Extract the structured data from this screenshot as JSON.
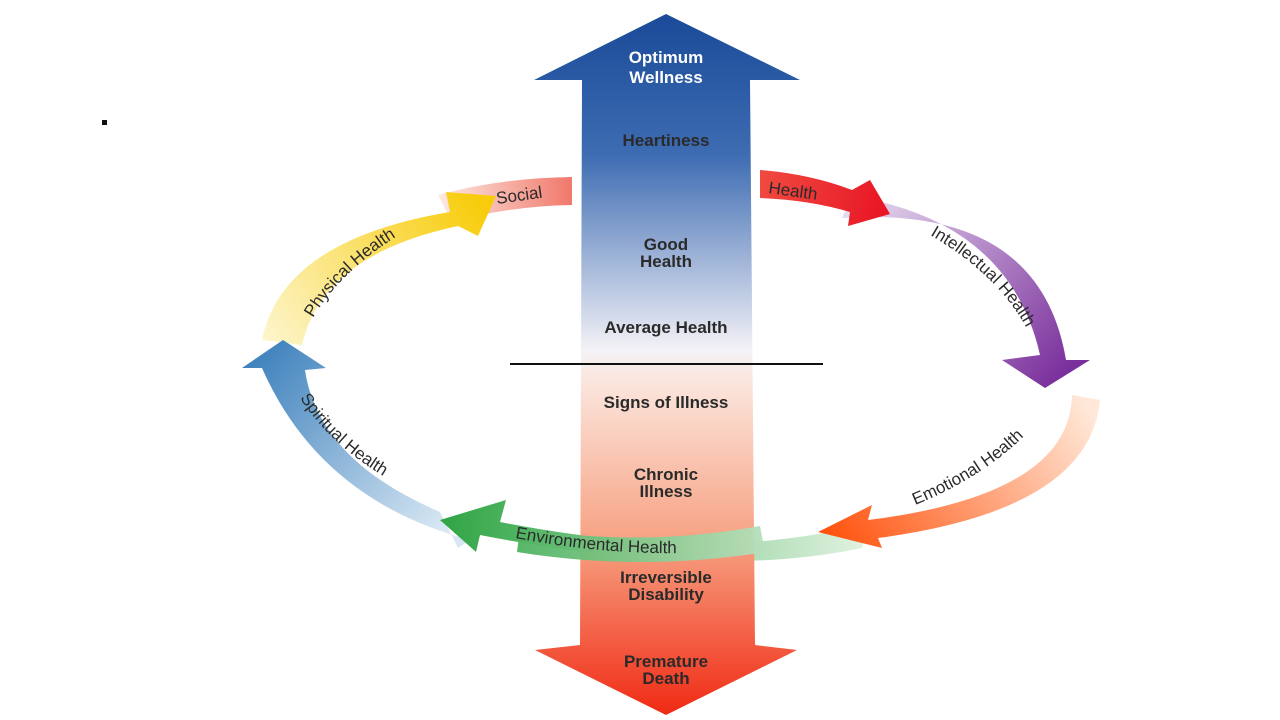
{
  "slide": {
    "bullet": "."
  },
  "arrow": {
    "top_label_1": "Optimum",
    "top_label_2": "Wellness",
    "heartiness": "Heartiness",
    "good_health_1": "Good",
    "good_health_2": "Health",
    "average_health": "Average Health",
    "signs_of_illness": "Signs of Illness",
    "chronic_1": "Chronic",
    "chronic_2": "Illness",
    "irreversible_1": "Irreversible",
    "irreversible_2": "Disability",
    "premature_1": "Premature",
    "premature_2": "Death"
  },
  "ring": {
    "social": "Social",
    "health": "Health",
    "intellectual": "Intellectual Health",
    "emotional": "Emotional Health",
    "environmental": "Environmental Health",
    "spiritual": "Spiritual Health",
    "physical": "Physical Health"
  },
  "colors": {
    "top_blue": "#1f4e9c",
    "fade": "#f3f1f6",
    "bottom_red": "#f02a14",
    "social": "#f4a49a",
    "health": "#e8202c",
    "intellectual": "#7a3b9e",
    "emotional": "#ff5a10",
    "environmental": "#33a84a",
    "spiritual": "#4a88c0",
    "physical": "#f7d020"
  }
}
